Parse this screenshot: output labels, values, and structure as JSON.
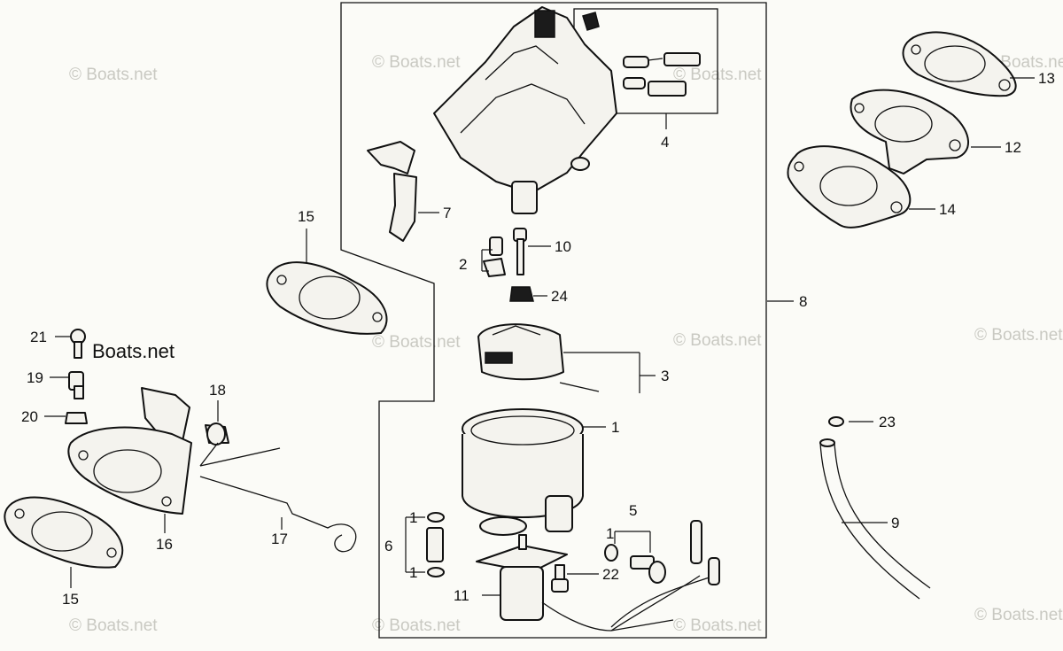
{
  "diagram": {
    "watermark_text": "© Boats.net",
    "brand_label": "Boats.net",
    "callouts": {
      "p1": "1",
      "p1_oring_a": "1",
      "p1_oring_b": "1",
      "p1_small": "1",
      "p2": "2",
      "p3": "3",
      "p4": "4",
      "p5": "5",
      "p6": "6",
      "p7": "7",
      "p8": "8",
      "p9": "9",
      "p10": "10",
      "p11": "11",
      "p12": "12",
      "p13": "13",
      "p14": "14",
      "p15_top": "15",
      "p15_bottom": "15",
      "p16": "16",
      "p17": "17",
      "p18": "18",
      "p19": "19",
      "p20": "20",
      "p21": "21",
      "p22": "22",
      "p23": "23",
      "p24": "24"
    },
    "colors": {
      "line": "#111111",
      "paper": "#fbfbf7",
      "watermark": "#c9c9c2"
    }
  }
}
